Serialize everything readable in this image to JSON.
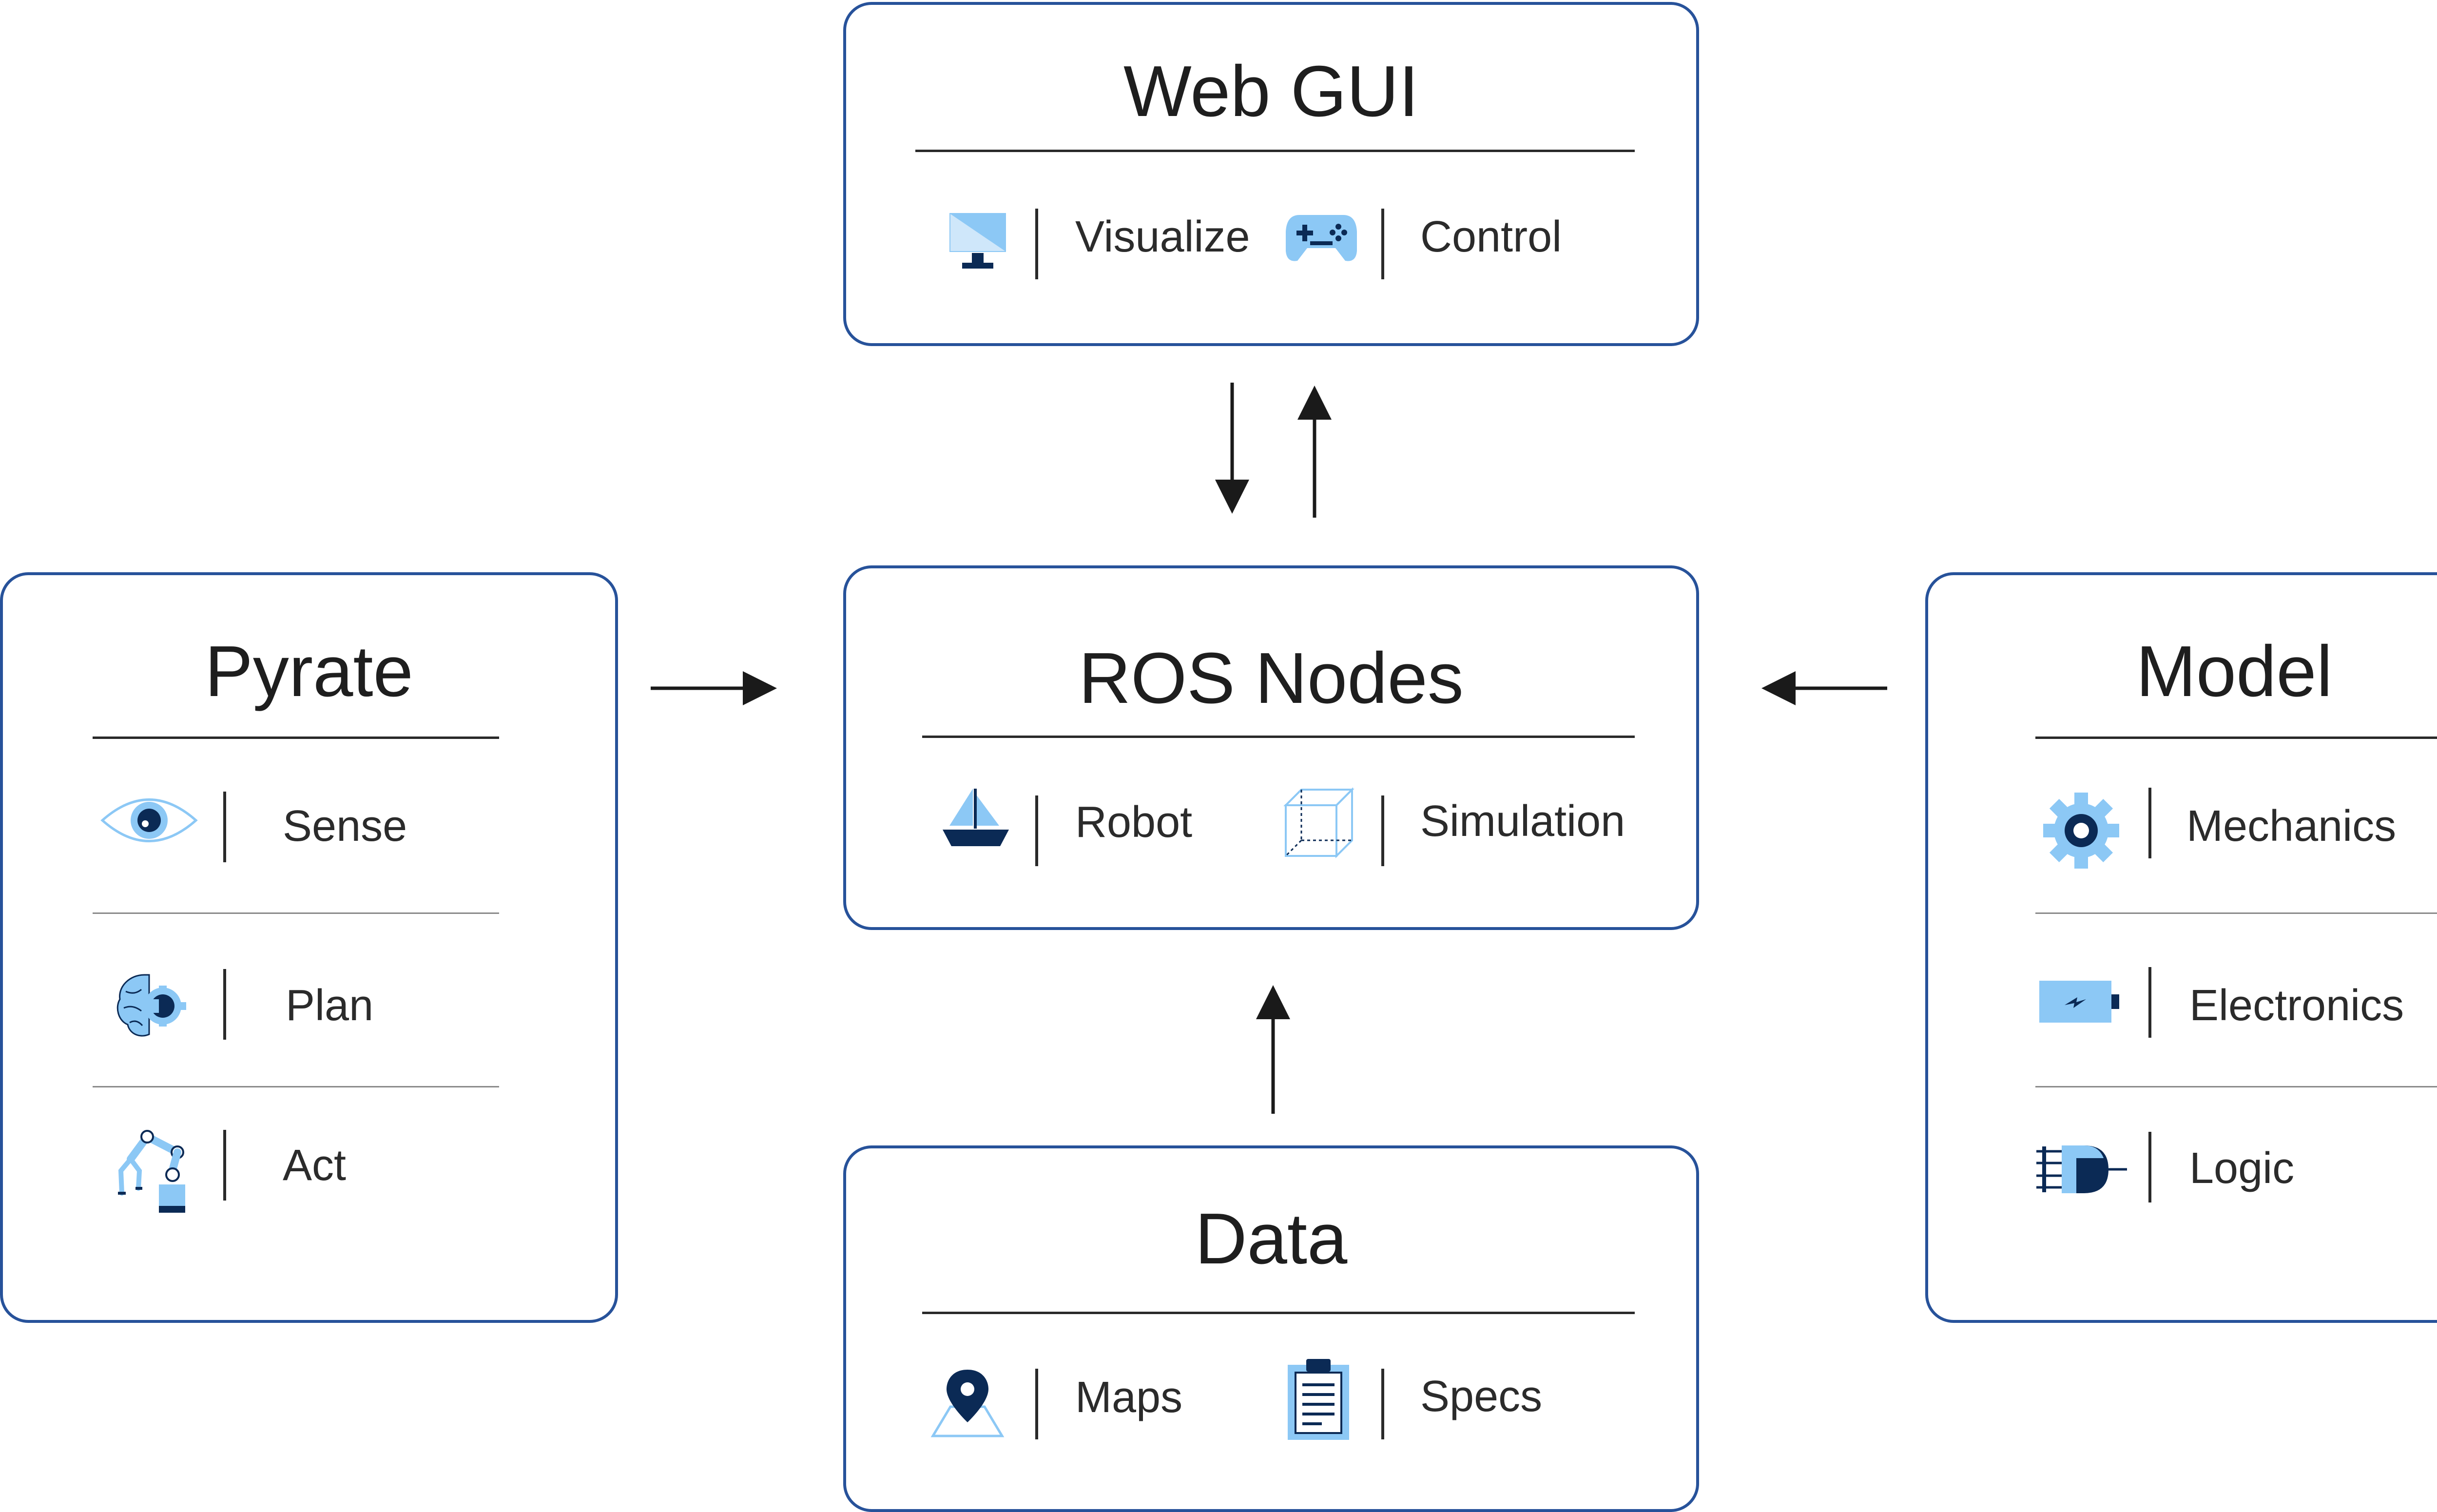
{
  "colors": {
    "border": "#27529a",
    "icon_light": "#8cc8f5",
    "icon_dark": "#0b2a55",
    "line": "#2a2a2a"
  },
  "web_gui": {
    "title": "Web GUI",
    "items": [
      {
        "label": "Visualize",
        "icon": "monitor-icon"
      },
      {
        "label": "Control",
        "icon": "gamepad-icon"
      }
    ]
  },
  "ros_nodes": {
    "title": "ROS Nodes",
    "items": [
      {
        "label": "Robot",
        "icon": "sailboat-icon"
      },
      {
        "label": "Simulation",
        "icon": "cube-icon"
      }
    ]
  },
  "data": {
    "title": "Data",
    "items": [
      {
        "label": "Maps",
        "icon": "map-pin-icon"
      },
      {
        "label": "Specs",
        "icon": "clipboard-icon"
      }
    ]
  },
  "pyrate": {
    "title": "Pyrate",
    "items": [
      {
        "label": "Sense",
        "icon": "eye-icon"
      },
      {
        "label": "Plan",
        "icon": "brain-icon"
      },
      {
        "label": "Act",
        "icon": "robot-arm-icon"
      }
    ]
  },
  "model": {
    "title": "Model",
    "items": [
      {
        "label": "Mechanics",
        "icon": "gear-icon"
      },
      {
        "label": "Electronics",
        "icon": "battery-icon"
      },
      {
        "label": "Logic",
        "icon": "logic-gate-icon"
      }
    ]
  }
}
